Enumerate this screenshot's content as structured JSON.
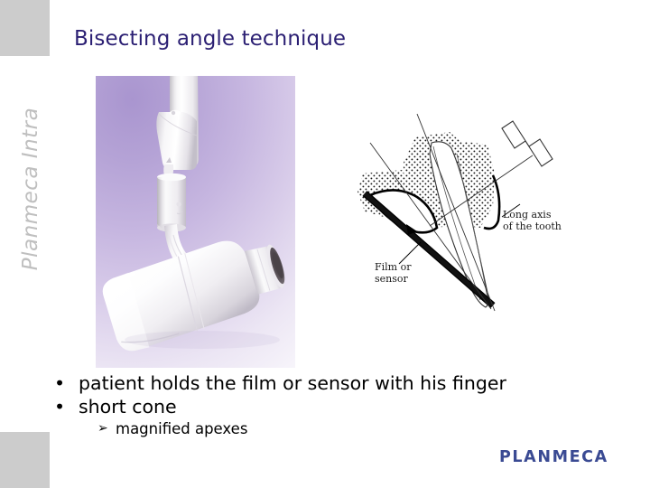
{
  "slide": {
    "title": "Bisecting angle technique",
    "sidebar_label": "Planmeca Intra",
    "brand_logo": "PLANMECA",
    "colors": {
      "title": "#2b1f73",
      "sidebar_block": "#cccccc",
      "sidebar_text": "#bfbfbf",
      "logo": "#3a4a93",
      "photo_bg_start": "#a995cf",
      "photo_bg_end": "#fbfafd"
    }
  },
  "photo": {
    "alt_name": "intraoral-xray-tube-head",
    "description": "Planmeca Intra intraoral X-ray unit tube head on articulating arm"
  },
  "diagram": {
    "name": "bisecting-angle-diagram",
    "labels": {
      "long_axis_line1": "Long axis",
      "long_axis_line2": "of the tooth",
      "film_line1": "Film or",
      "film_line2": "sensor"
    }
  },
  "bullets": [
    {
      "level": 1,
      "marker": "•",
      "text": "patient holds the film or sensor with his finger"
    },
    {
      "level": 1,
      "marker": "•",
      "text": "short cone"
    },
    {
      "level": 2,
      "marker": "➢",
      "text": "magnified apexes"
    }
  ]
}
